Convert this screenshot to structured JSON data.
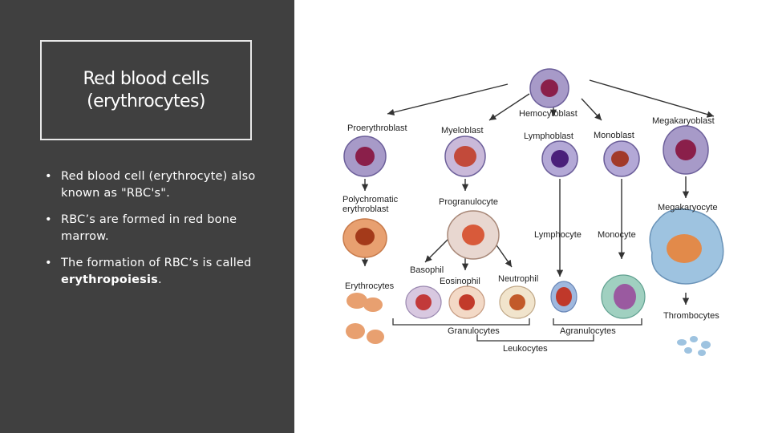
{
  "slide": {
    "title": "Red blood cells\n(erythrocytes)",
    "bullets": [
      {
        "bold": "Red blood cell (erythrocyte)",
        "text": "also known as \"RBC's\"."
      },
      {
        "text": "RBC’s are formed in red bone marrow."
      },
      {
        "text": "The formation of RBC’s is called ",
        "bold_end": "erythropoiesis",
        "end": "."
      }
    ]
  },
  "diagram": {
    "labels": {
      "hemocytoblast": "Hemocytoblast",
      "proerythroblast": "Proerythroblast",
      "myeloblast": "Myeloblast",
      "lymphoblast": "Lymphoblast",
      "monoblast": "Monoblast",
      "megakaryoblast": "Megakaryoblast",
      "polychromatic1": "Polychromatic",
      "polychromatic2": "erythroblast",
      "progranulocyte": "Progranulocyte",
      "megakaryocyte": "Megakaryocyte",
      "lymphocyte": "Lymphocyte",
      "monocyte": "Monocyte",
      "basophil": "Basophil",
      "eosinophil": "Eosinophil",
      "neutrophil": "Neutrophil",
      "erythrocytes": "Erythrocytes",
      "thrombocytes": "Thrombocytes",
      "granulocytes": "Granulocytes",
      "agranulocytes": "Agranulocytes",
      "leukocytes": "Leukocytes"
    }
  },
  "colors": {
    "panel": "#404040",
    "cell_purple": "#a79ac8",
    "nucleus": "#8a1f4a",
    "cell_orange": "#e8a070",
    "cell_blue": "#9ec3e0"
  }
}
